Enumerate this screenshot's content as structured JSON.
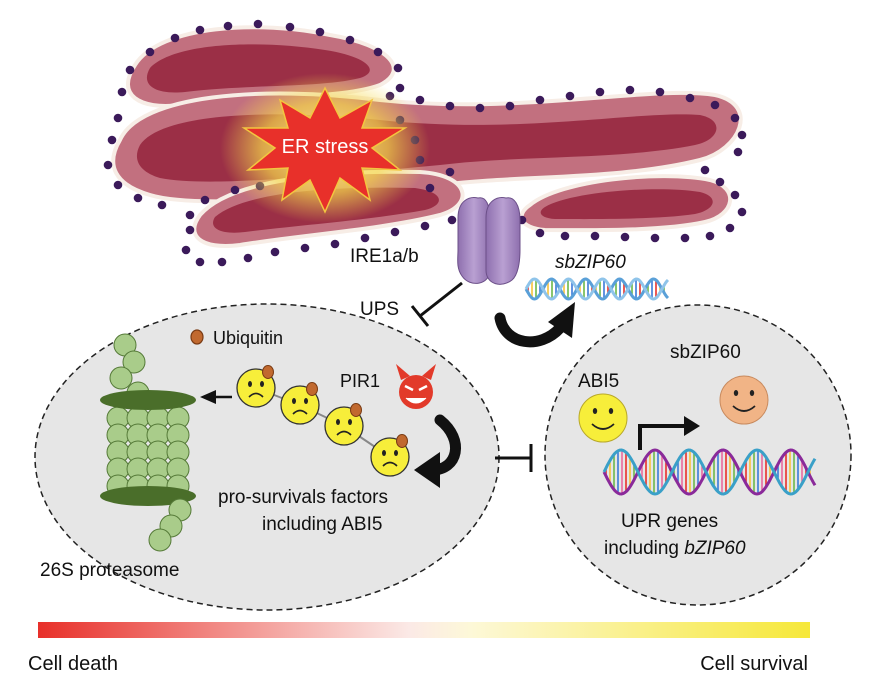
{
  "labels": {
    "er_stress": "ER stress",
    "ire1": "IRE1a/b",
    "ups": "UPS",
    "sbzip60_gene": "sbZIP60",
    "ubiquitin": "Ubiquitin",
    "pir1": "PIR1",
    "pro_survival_line1": "pro-survivals factors",
    "pro_survival_line2": "including ABI5",
    "proteasome": "26S proteasome",
    "abi5": "ABI5",
    "sbzip60_protein": "sbZIP60",
    "upr_line1": "UPR genes",
    "upr_line2_plain": "including ",
    "upr_line2_italic": "bZIP60",
    "cell_death": "Cell death",
    "cell_survival": "Cell survival"
  },
  "colors": {
    "er_body": "#c2707f",
    "er_lumen": "#9b2f46",
    "er_dots": "#3b1a5a",
    "burst": "#e8302a",
    "burst_glow": "#f6d94a",
    "ire1": "#a58ac0",
    "proteasome": "#a9cc8a",
    "proteasome_ring": "#4a6e2a",
    "smiley": "#f7ee3a",
    "sbzip60_face": "#f1b486",
    "ubiquitin": "#c1692f",
    "pir1": "#e23a2a",
    "gradient_start": "#e8302a",
    "gradient_end": "#f6e83a"
  }
}
